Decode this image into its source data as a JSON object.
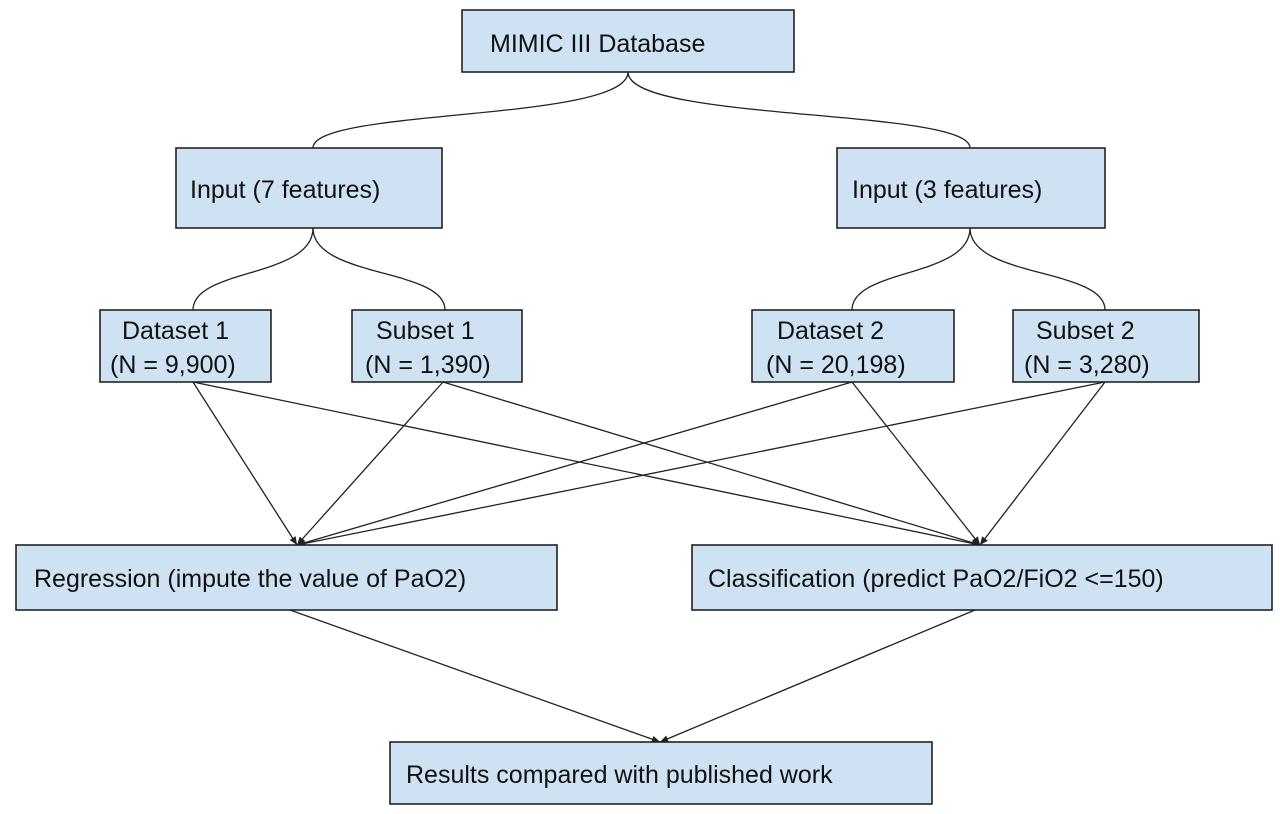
{
  "nodes": {
    "mimic": {
      "label": "MIMIC III Database"
    },
    "input7": {
      "label": "Input (7 features)"
    },
    "input3": {
      "label": "Input (3 features)"
    },
    "dataset1": {
      "line1": "Dataset 1",
      "line2": "(N = 9,900)"
    },
    "subset1": {
      "line1": "Subset 1",
      "line2": "(N = 1,390)"
    },
    "dataset2": {
      "line1": "Dataset 2",
      "line2": "(N = 20,198)"
    },
    "subset2": {
      "line1": "Subset 2",
      "line2": "(N = 3,280)"
    },
    "regression": {
      "label": "Regression (impute the value of PaO2)"
    },
    "classification": {
      "label": "Classification (predict PaO2/FiO2 <=150)"
    },
    "results": {
      "label": "Results compared with published work"
    }
  },
  "colors": {
    "box_fill": "#cfe2f3",
    "stroke": "#222222",
    "text": "#111111"
  }
}
